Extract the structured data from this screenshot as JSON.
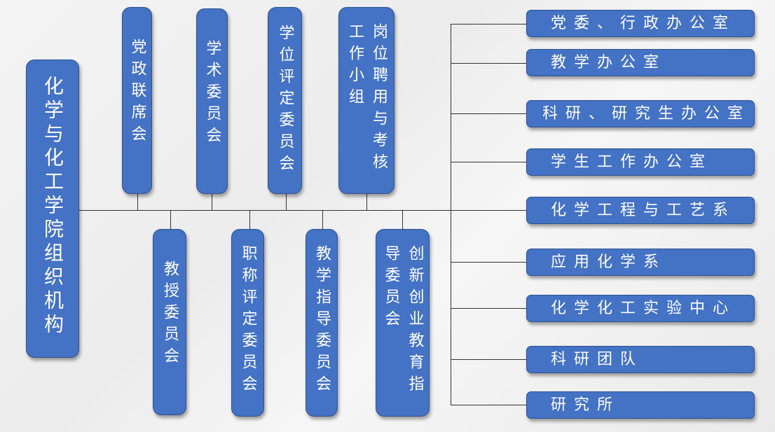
{
  "root": {
    "label": "化学与化工学院组织机构"
  },
  "top_committees": [
    {
      "label": "党政联席会"
    },
    {
      "label": "学术委员会"
    },
    {
      "label": "学位评定委员会"
    },
    {
      "label": "岗位聘用与考核工作小组"
    }
  ],
  "bottom_committees": [
    {
      "label": "教授委员会"
    },
    {
      "label": "职称评定委员会"
    },
    {
      "label": "教学指导委员会"
    },
    {
      "label": "创新创业教育指导委员会"
    }
  ],
  "departments": [
    {
      "label": "党委、行政办公室"
    },
    {
      "label": "教学办公室"
    },
    {
      "label": "科研、研究生办公室"
    },
    {
      "label": "学生工作办公室"
    },
    {
      "label": "化学工程与工艺系"
    },
    {
      "label": "应用化学系"
    },
    {
      "label": "化学化工实验中心"
    },
    {
      "label": "科研团队"
    },
    {
      "label": "研究所"
    }
  ],
  "colors": {
    "box": "#4472c4",
    "border": "#2f528f",
    "line": "#333333"
  }
}
